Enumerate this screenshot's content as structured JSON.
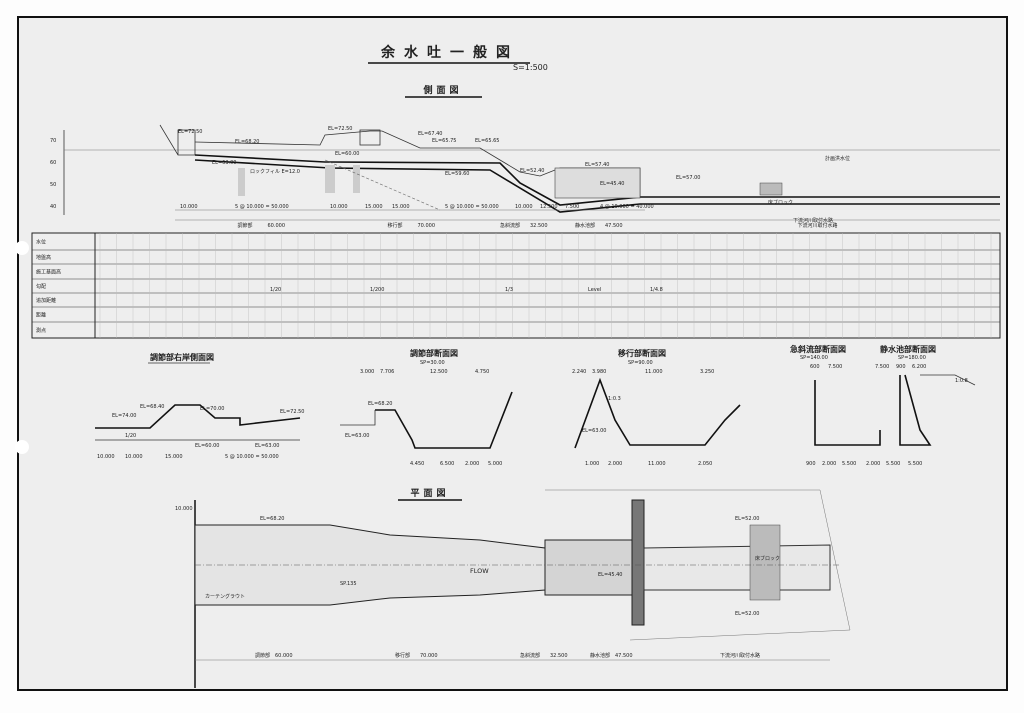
{
  "drawing": {
    "title": "余水吐一般図",
    "scale": "S=1:500"
  },
  "profile": {
    "title": "側面図",
    "elev_ticks": [
      "70",
      "60",
      "50",
      "40"
    ],
    "labels": [
      "EL=72.50",
      "EL=68.20",
      "EL=63.00",
      "EL=72.50",
      "EL=60.00",
      "EL=67.40",
      "EL=65.75",
      "EL=65.65",
      "EL=59.60",
      "EL=52.40",
      "EL=57.40",
      "EL=45.40",
      "EL=57.00",
      "ロックフィル E=12.0",
      "床ブロック",
      "下流河川取付水路",
      "計画洪水位"
    ],
    "dims_top": [
      "10.000",
      "5 @ 10.000 = 50.000",
      "10.000",
      "15.000",
      "15.000",
      "5 @ 10.000 = 50.000",
      "10.000",
      "12.500",
      "7.500",
      "4 @ 10.000 = 40.000"
    ],
    "segments": [
      {
        "name": "調節部",
        "length": "60.000"
      },
      {
        "name": "移行部",
        "length": "70.000"
      },
      {
        "name": "急斜流部",
        "length": "32.500"
      },
      {
        "name": "静水池部",
        "length": "47.500"
      },
      {
        "name": "下流河川取付水路",
        "length": ""
      }
    ]
  },
  "table": {
    "rows": [
      "水位",
      "地盤高",
      "施工基面高",
      "勾配",
      "追加距離",
      "距離",
      "測点"
    ],
    "gradients": [
      "1/20",
      "1/200",
      "1/3",
      "Level",
      "1/4.8"
    ]
  },
  "sections": [
    {
      "title": "調節部右岸側面図",
      "sp": "",
      "labels": [
        "EL=74.00",
        "EL=70.00",
        "EL=72.50",
        "EL=68.40",
        "EL=60.00",
        "EL=63.00",
        "1/20"
      ],
      "dims": [
        "10.000",
        "10.000",
        "15.000",
        "5 @ 10.000 = 50.000"
      ]
    },
    {
      "title": "調節部断面図",
      "sp": "SP=30.00",
      "labels": [
        "EL=68.20",
        "EL=63.00"
      ],
      "dims": [
        "3.000",
        "7.706",
        "12.500",
        "4.750",
        "4.450",
        "6.500",
        "2.000",
        "5.000"
      ]
    },
    {
      "title": "移行部断面図",
      "sp": "SP=90.00",
      "labels": [
        "EL=63.00",
        "1:0.3"
      ],
      "dims": [
        "2.240",
        "3.980",
        "11.000",
        "3.250",
        "1.000",
        "2.000",
        "11.000",
        "2.050"
      ]
    },
    {
      "title": "急斜流部断面図",
      "sp": "SP=140.00",
      "labels": [],
      "dims": [
        "600",
        "7.500",
        "900",
        "2.000",
        "5.500"
      ]
    },
    {
      "title": "静水池部断面図",
      "sp": "SP=180.00",
      "labels": [
        "1:0.8"
      ],
      "dims": [
        "7.500",
        "900",
        "6.200",
        "2.000",
        "5.500",
        "5.500"
      ]
    }
  ],
  "plan": {
    "title": "平面図",
    "labels": [
      "FLOW",
      "EL=68.20",
      "EL=52.00",
      "EL=45.40",
      "EL=52.00",
      "床ブロック",
      "カーテングラウト",
      "SP.135",
      "10.000",
      "60.000",
      "70.000",
      "32.500",
      "47.500",
      "下流河川取付水路"
    ],
    "segments": [
      "調節部",
      "移行部",
      "急斜流部",
      "静水池部"
    ]
  }
}
